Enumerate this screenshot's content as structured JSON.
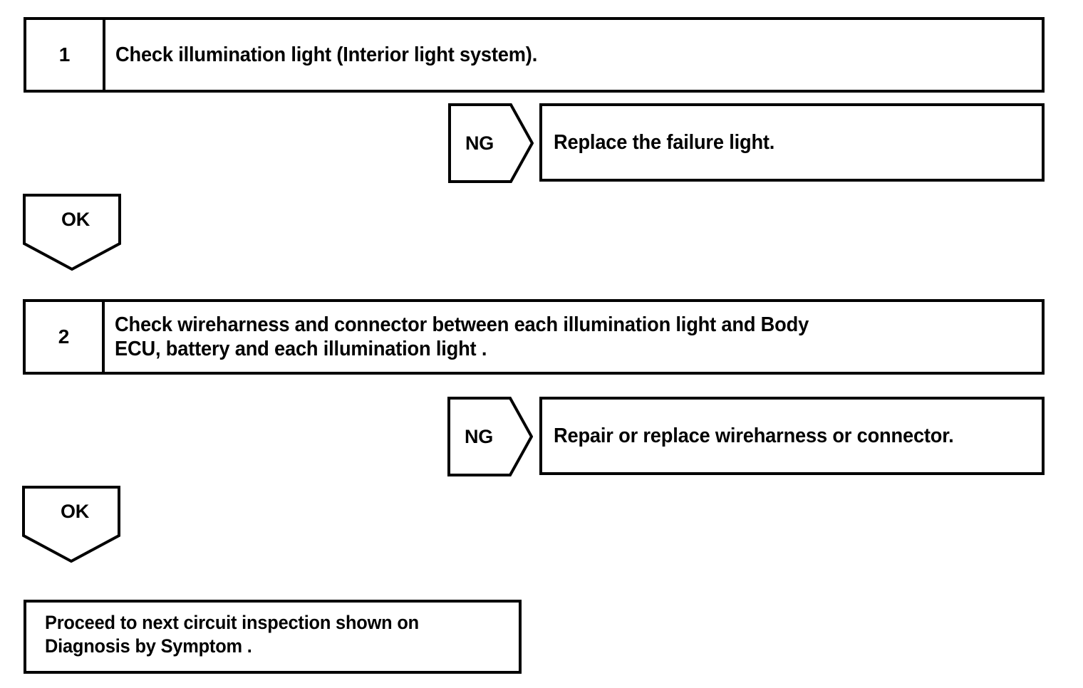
{
  "diagram": {
    "type": "troubleshooting-flowchart",
    "colors": {
      "line": "#000000",
      "background": "#ffffff",
      "text": "#000000"
    },
    "steps": [
      {
        "number": "1",
        "text": "Check illumination light (Interior light system).",
        "branch": {
          "label": "NG",
          "result": "Replace the failure light."
        },
        "pass": {
          "label": "OK"
        }
      },
      {
        "number": "2",
        "text": "Check wireharness and connector between each illumination light and Body\nECU, battery and each illumination light .",
        "branch": {
          "label": "NG",
          "result": "Repair or replace wireharness or connector."
        },
        "pass": {
          "label": "OK"
        }
      }
    ],
    "final": {
      "text": "Proceed to next circuit inspection shown on\nDiagnosis by Symptom ."
    }
  }
}
